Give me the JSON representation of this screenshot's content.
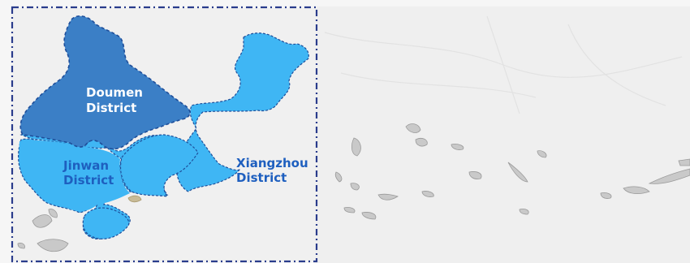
{
  "map": {
    "districts": [
      {
        "id": "doumen",
        "name_line1": "Doumen",
        "name_line2": "District",
        "fill": "#3b7fc6",
        "label_color": "#ffffff"
      },
      {
        "id": "jinwan",
        "name_line1": "Jinwan",
        "name_line2": "District",
        "fill": "#3fb6f4",
        "label_color": "#1e5fbf"
      },
      {
        "id": "xiangzhou",
        "name_line1": "Xiangzhou",
        "name_line2": "District",
        "fill": "#3fb6f4",
        "label_color": "#1e5fbf"
      }
    ],
    "colors": {
      "basemap": "#efefef",
      "frame": "#2a3c8c",
      "outline": "#1e4e9a",
      "islands": "#c9c9c9",
      "wetland": "#c8bb97"
    }
  }
}
